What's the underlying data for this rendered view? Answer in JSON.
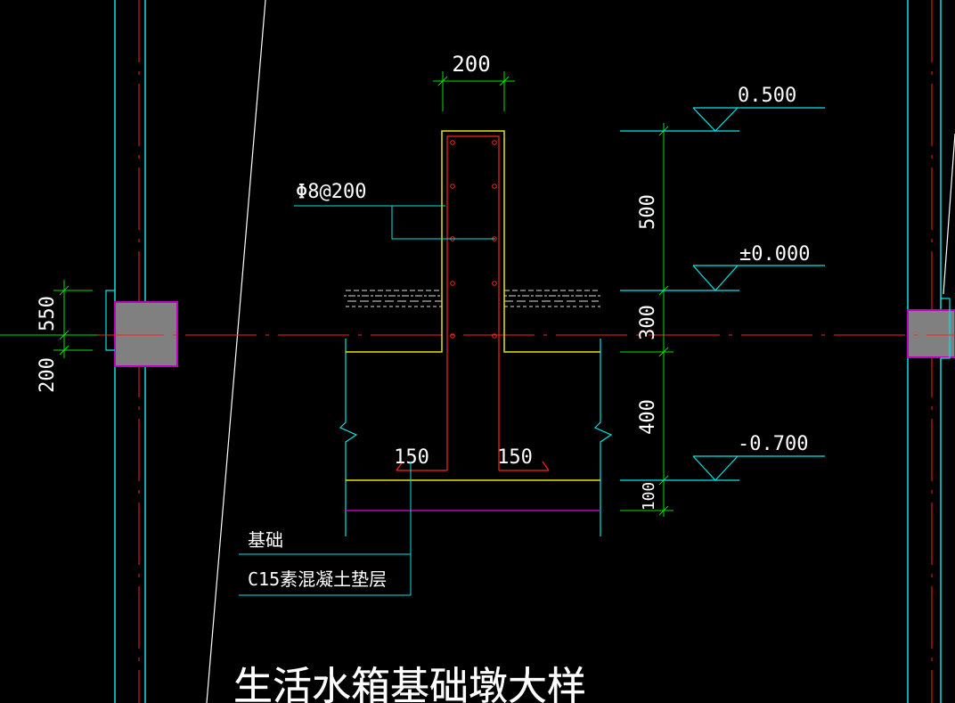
{
  "drawing": {
    "title": "生活水箱基础墩大样",
    "colors": {
      "background": "#000000",
      "structure": "#00e5e5",
      "concrete": "#e5e500",
      "rebar": "#ff2020",
      "dimension": "#00e000",
      "pad": "#c000c0",
      "column": "#808080",
      "text": "#ffffff"
    },
    "dimensions": {
      "wall_thickness": "200",
      "segment_top": "500",
      "segment_mid": "300",
      "segment_foot": "400",
      "segment_pad": "100",
      "footing_left": "150",
      "footing_right": "150",
      "side_upper": "550",
      "side_lower": "200"
    },
    "elevations": {
      "top": "0.500",
      "ground": "±0.000",
      "bottom": "-0.700"
    },
    "rebar_label": "Φ8@200",
    "legend": {
      "item1": "基础",
      "item2": "C15素混凝土垫层"
    }
  }
}
